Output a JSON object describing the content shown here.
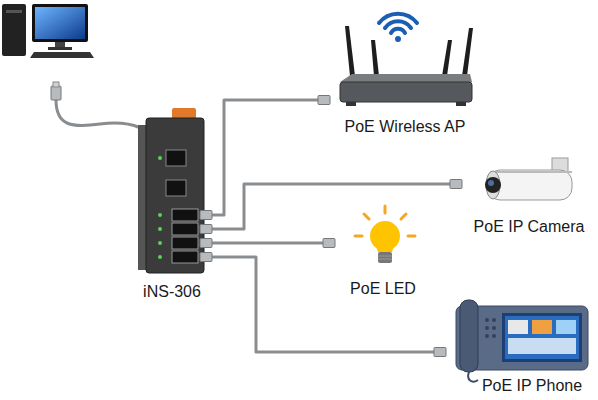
{
  "diagram": {
    "nodes": [
      {
        "text": [
          "iNS-306"
        ]
      },
      {
        "text": [
          "PoE Wireless AP"
        ]
      },
      {
        "text": [
          "PoE IP Camera"
        ]
      },
      {
        "text": [
          "PoE LED"
        ]
      },
      {
        "text": [
          "PoE IP Phone"
        ]
      }
    ],
    "edges": [
      {
        "from": 0,
        "to": 1,
        "arrow": "none"
      },
      {
        "from": 0,
        "to": 2,
        "arrow": "none"
      },
      {
        "from": 0,
        "to": 3,
        "arrow": "none"
      },
      {
        "from": 0,
        "to": 4,
        "arrow": "none"
      }
    ]
  }
}
